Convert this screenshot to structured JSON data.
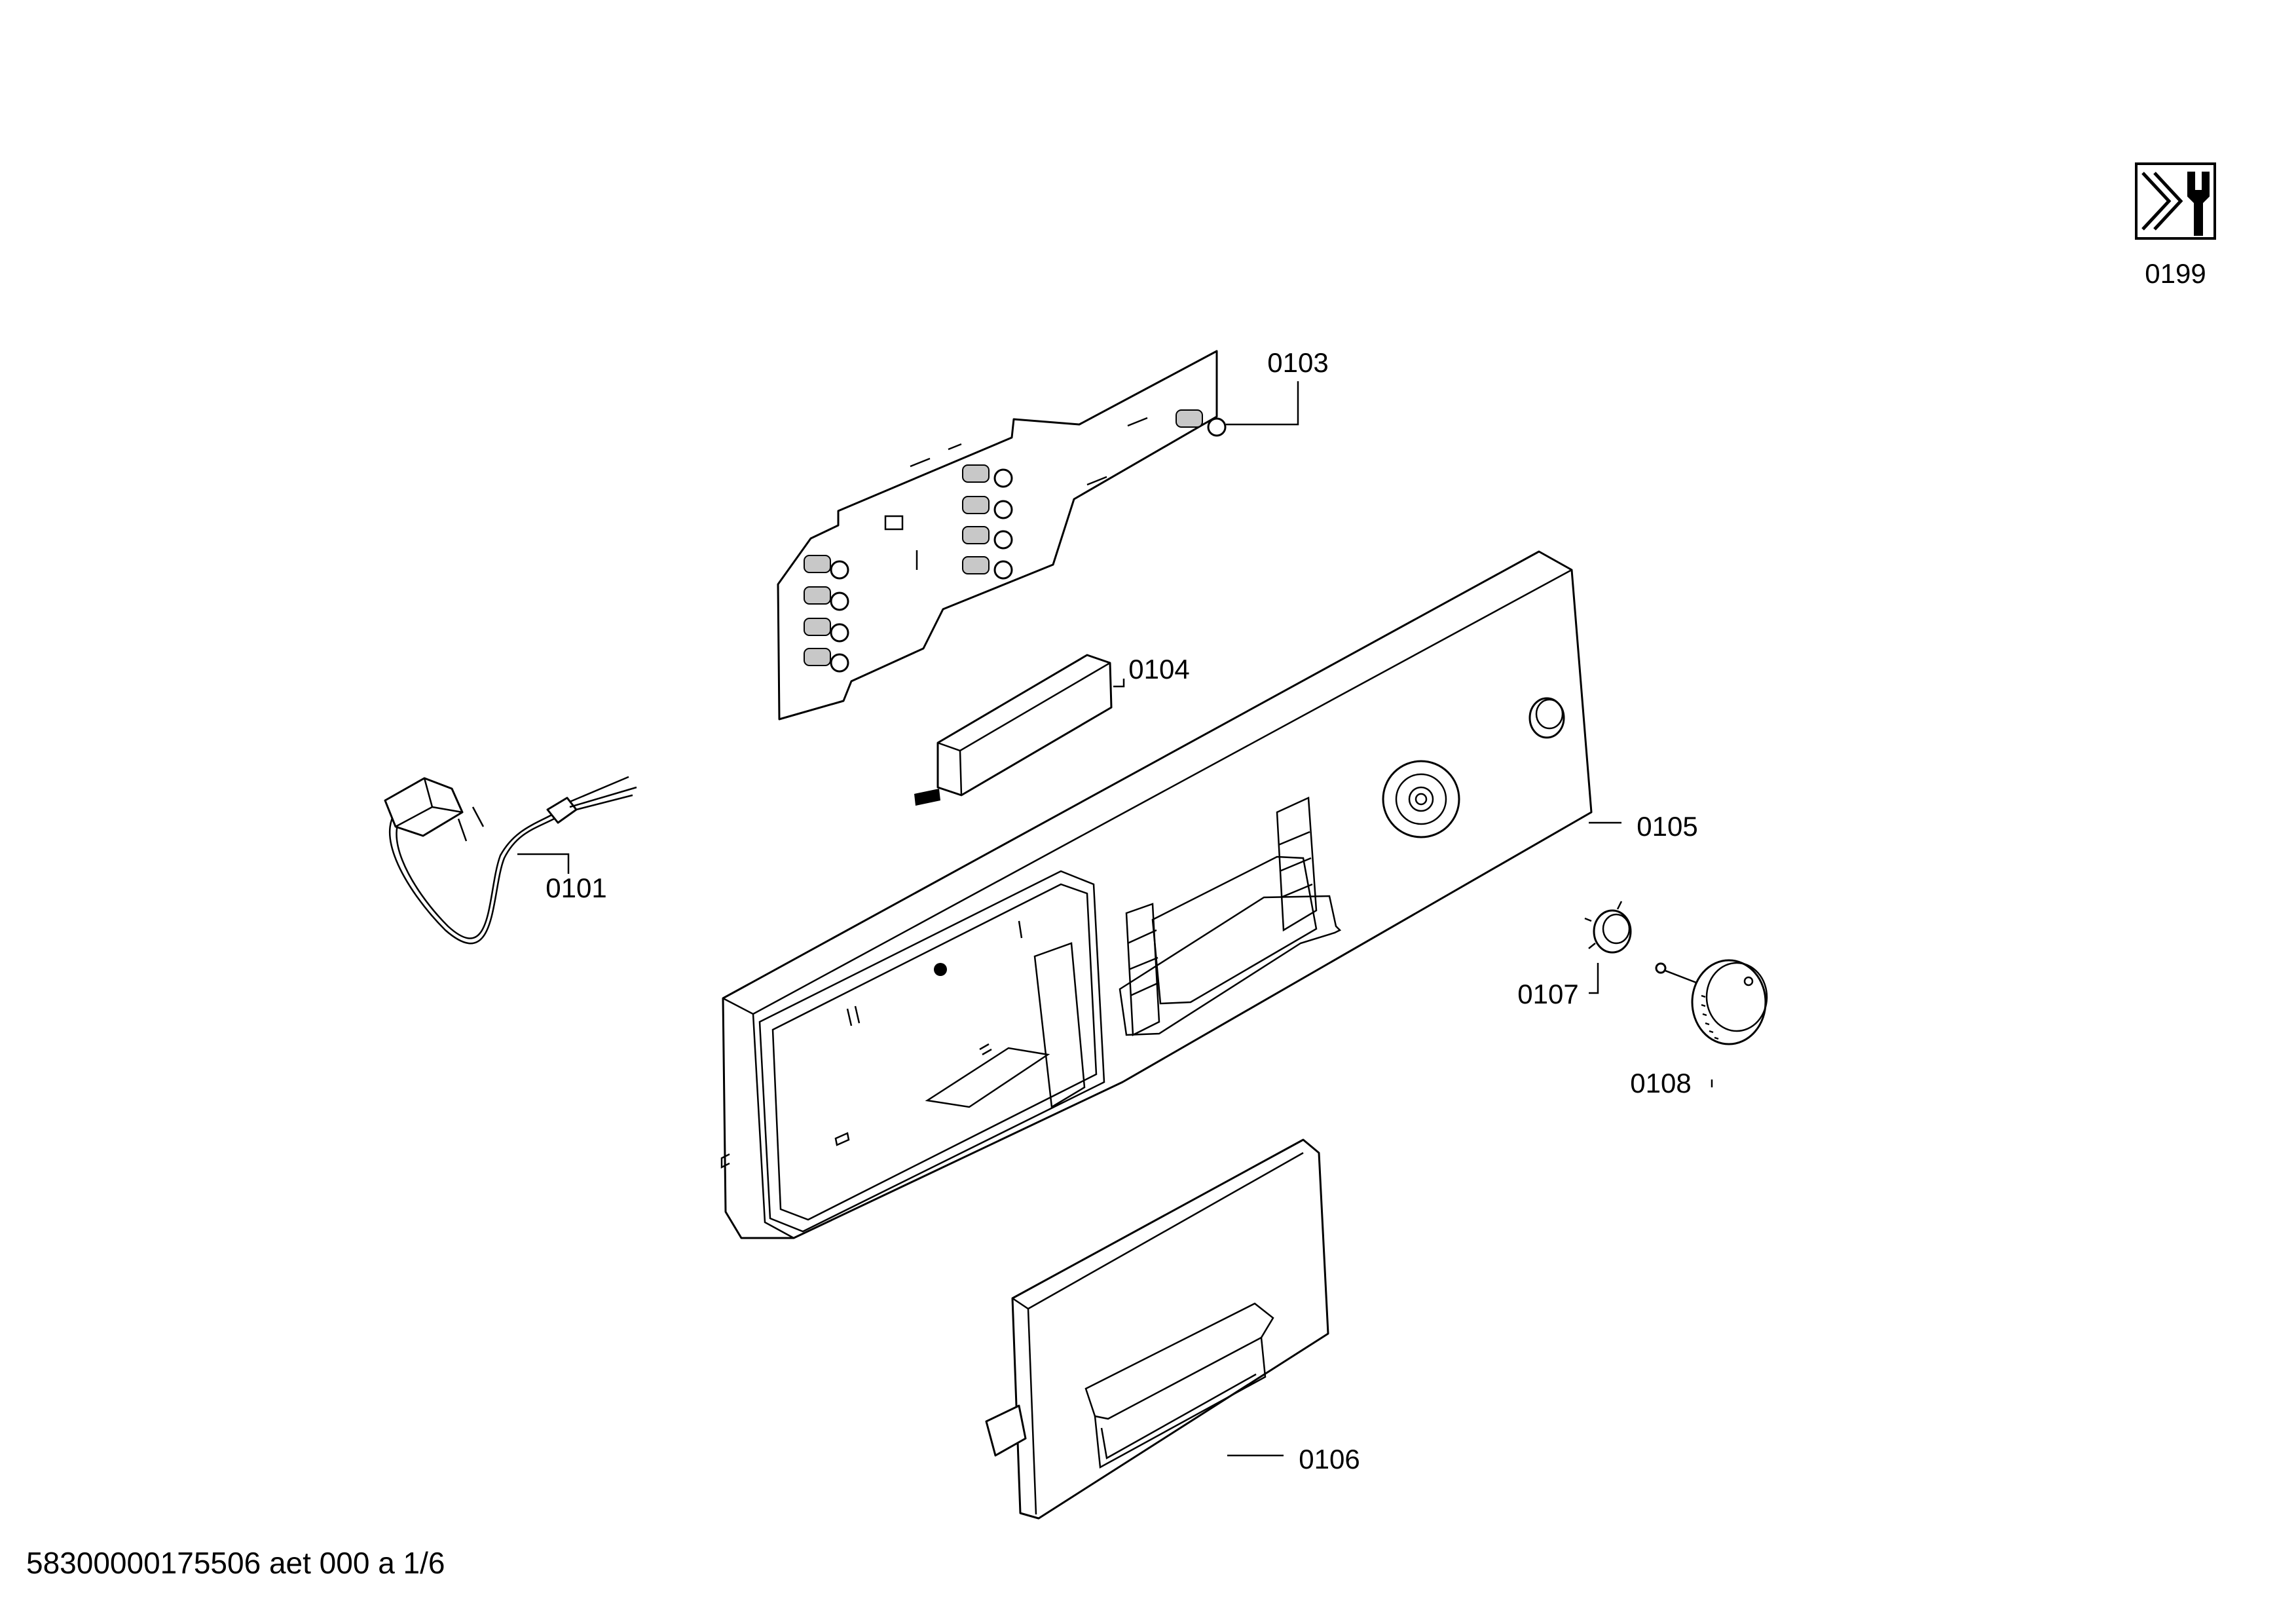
{
  "diagram": {
    "callouts": {
      "c0101": "0101",
      "c0103": "0103",
      "c0104": "0104",
      "c0105": "0105",
      "c0106": "0106",
      "c0107": "0107",
      "c0108": "0108",
      "c0199": "0199"
    },
    "footer_code": "58300000175506 aet 000 a 1/6",
    "icons": {
      "service": "service-wrench-icon"
    }
  }
}
